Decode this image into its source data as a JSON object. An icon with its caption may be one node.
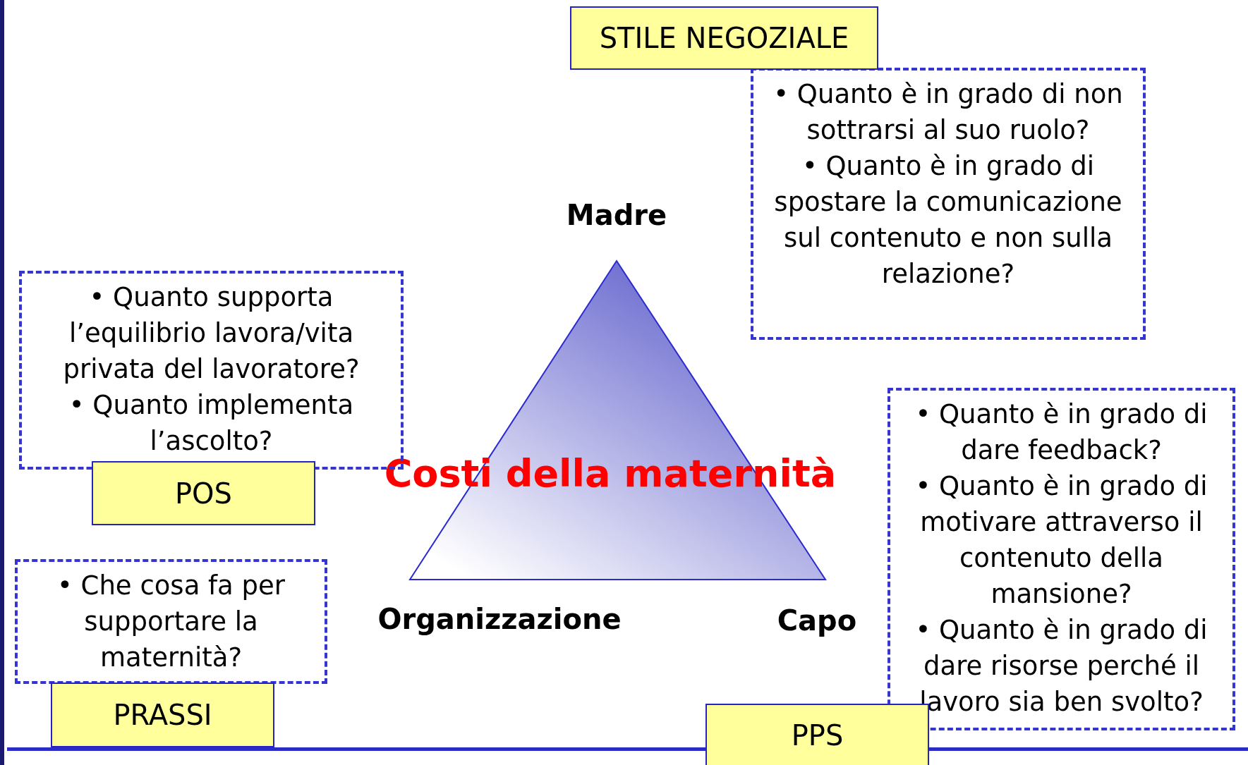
{
  "diagram": {
    "nodes": [
      {
        "text": [
          "STILE NEGOZIALE"
        ]
      },
      {
        "text": [
          "• Quanto è in grado di non sottrarsi al suo ruolo?",
          "• Quanto è in grado di spostare la comunicazione sul contenuto e non sulla relazione?"
        ]
      },
      {
        "text": [
          "Costi della maternità"
        ],
        "beside": [
          "Madre",
          "Organizzazione",
          "Capo"
        ]
      },
      {
        "text": [
          "• Quanto supporta l’equilibrio lavora/vita privata del lavoratore?",
          "• Quanto implementa l’ascolto?"
        ]
      },
      {
        "text": [
          "POS"
        ]
      },
      {
        "text": [
          "• Che cosa fa per supportare la maternità?"
        ]
      },
      {
        "text": [
          "PRASSI"
        ]
      },
      {
        "text": [
          "• Quanto è in grado di dare feedback?",
          "• Quanto è in grado di motivare attraverso il contenuto della mansione?",
          "• Quanto è in grado di dare risorse perché il lavoro sia ben svolto?"
        ]
      },
      {
        "text": [
          "PPS"
        ]
      }
    ]
  }
}
